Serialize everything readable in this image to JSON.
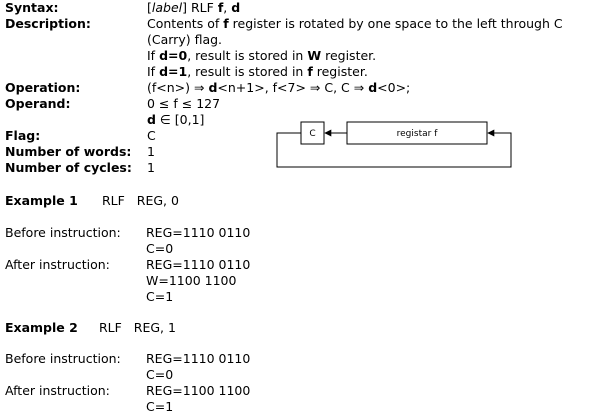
{
  "syntax": {
    "label": "Syntax:",
    "label_word": "label",
    "instr": "RLF",
    "f": "f",
    "d": "d"
  },
  "description": {
    "label": "Description:",
    "line1_a": "Contents of ",
    "line1_f": "f",
    "line1_b": " register is rotated by one space to the left through C",
    "line2": "(Carry) flag.",
    "line3_a": "If ",
    "line3_d": "d=0",
    "line3_b": ", result is stored in ",
    "line3_w": "W",
    "line3_c": " register.",
    "line4_a": "If ",
    "line4_d": "d=1",
    "line4_b": ", result is stored in ",
    "line4_f": "f",
    "line4_c": " register."
  },
  "operation": {
    "label": "Operation:",
    "text1": "(f<n>) ⇒ ",
    "d1": "d",
    "text2": "<n+1>, f<7> ⇒ C, C ⇒ ",
    "d2": "d",
    "text3": "<0>;"
  },
  "operand": {
    "label": "Operand:",
    "line1": "0 ≤ f ≤ 127",
    "line2_d": "d",
    "line2_rest": " ∈ [0,1]"
  },
  "flag": {
    "label": "Flag:",
    "value": "C"
  },
  "words": {
    "label": "Number of words:",
    "value": "1"
  },
  "cycles": {
    "label": "Number of cycles:",
    "value": "1"
  },
  "diagram": {
    "carry": "C",
    "register": "registar f"
  },
  "example1": {
    "title": "Example 1",
    "code": "RLF   REG, 0",
    "before_label": "Before instruction:",
    "before": [
      "REG=1110 0110",
      "C=0"
    ],
    "after_label": "After instruction:",
    "after": [
      "REG=1110 0110",
      "W=1100 1100",
      "C=1"
    ]
  },
  "example2": {
    "title": "Example 2",
    "code": "RLF   REG, 1",
    "before_label": "Before instruction:",
    "before": [
      "REG=1110 0110",
      "C=0"
    ],
    "after_label": "After instruction:",
    "after": [
      "REG=1100 1100",
      "C=1"
    ]
  }
}
